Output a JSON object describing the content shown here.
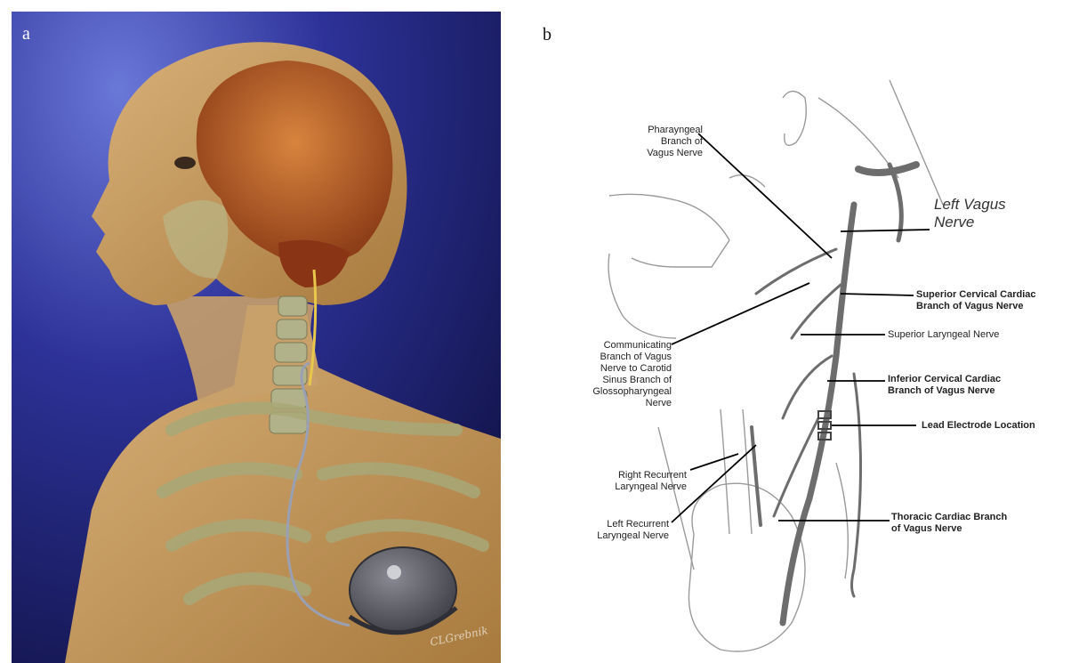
{
  "panel_a": {
    "letter": "a",
    "signature": "CLGrebnik"
  },
  "panel_b": {
    "letter": "b",
    "labels": {
      "pharyngeal": "Pharayngeal\nBranch of\nVagus Nerve",
      "left_vagus": "Left Vagus\nNerve",
      "superior_cervical": "Superior Cervical Cardiac\nBranch of Vagus Nerve",
      "superior_laryngeal": "Superior Laryngeal Nerve",
      "communicating": "Communicating\nBranch of Vagus\nNerve to Carotid\nSinus Branch of\nGlossopharyngeal\nNerve",
      "inferior_cervical": "Inferior Cervical Cardiac\nBranch of Vagus Nerve",
      "lead_electrode": "Lead Electrode Location",
      "right_recurrent": "Right Recurrent\nLaryngeal Nerve",
      "left_recurrent": "Left Recurrent\nLaryngeal Nerve",
      "thoracic": "Thoracic Cardiac Branch\nof Vagus Nerve"
    }
  },
  "colors": {
    "background_blue": "#2a2e8a",
    "skin": "#c9a46a",
    "brain": "#b8642e",
    "bone": "#a8a87a",
    "device": "#5a5a62",
    "nerve_gray": "#777777",
    "lead_yellow": "#e8c84a"
  }
}
